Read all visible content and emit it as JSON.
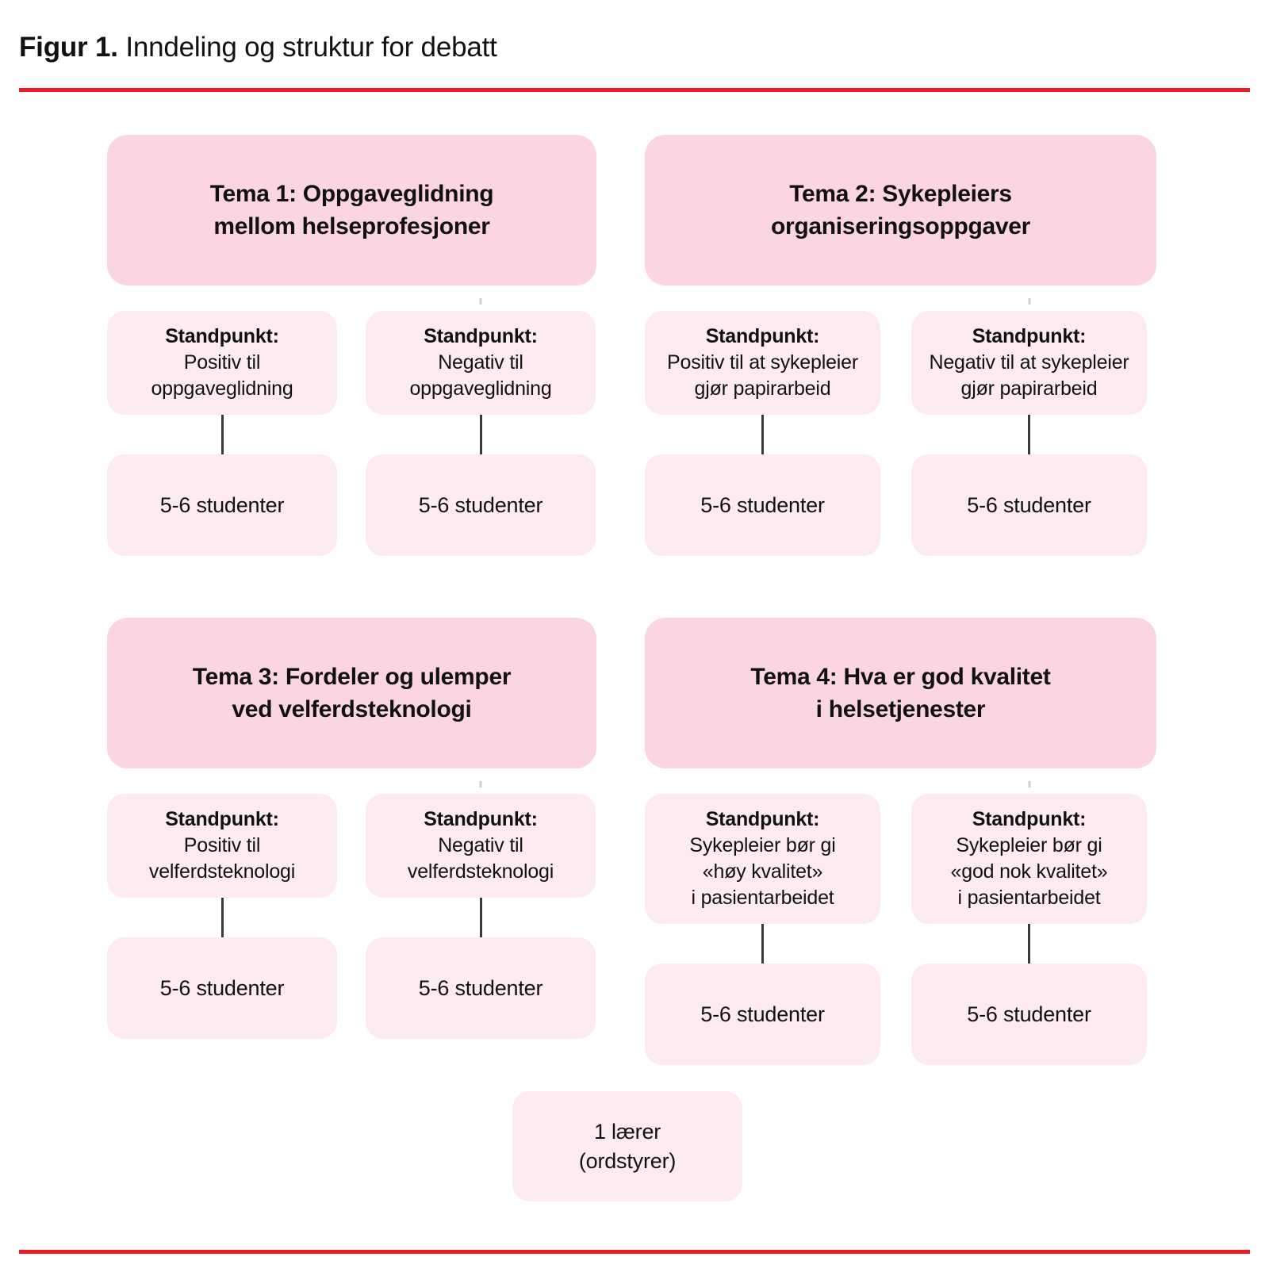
{
  "figure": {
    "label": "Figur 1.",
    "title": "Inndeling og struktur for debatt",
    "accent_color": "#ED1C24",
    "tema_box_color": "#FBD5E0",
    "sub_box_color": "#FDEBF0"
  },
  "temaer": [
    {
      "heading": "Tema 1: Oppgaveglidning\nmellom helseprofesjoner",
      "branches": [
        {
          "standpunkt_label": "Standpunkt:",
          "standpunkt_text": "Positiv til\noppgaveglidning",
          "studenter": "5-6 studenter"
        },
        {
          "standpunkt_label": "Standpunkt:",
          "standpunkt_text": "Negativ til\noppgaveglidning",
          "studenter": "5-6 studenter"
        }
      ]
    },
    {
      "heading": "Tema 2: Sykepleiers\norganiseringsoppgaver",
      "branches": [
        {
          "standpunkt_label": "Standpunkt:",
          "standpunkt_text": "Positiv til at sykepleier\ngjør papirarbeid",
          "studenter": "5-6 studenter"
        },
        {
          "standpunkt_label": "Standpunkt:",
          "standpunkt_text": "Negativ til at sykepleier\ngjør papirarbeid",
          "studenter": "5-6 studenter"
        }
      ]
    },
    {
      "heading": "Tema 3: Fordeler og ulemper\nved velferdsteknologi",
      "branches": [
        {
          "standpunkt_label": "Standpunkt:",
          "standpunkt_text": "Positiv til\nvelferdsteknologi",
          "studenter": "5-6 studenter"
        },
        {
          "standpunkt_label": "Standpunkt:",
          "standpunkt_text": "Negativ til\nvelferdsteknologi",
          "studenter": "5-6 studenter"
        }
      ]
    },
    {
      "heading": "Tema 4: Hva er god kvalitet\ni helsetjenester",
      "branches": [
        {
          "standpunkt_label": "Standpunkt:",
          "standpunkt_text": "Sykepleier bør gi\n«høy kvalitet»\ni pasientarbeidet",
          "studenter": "5-6 studenter"
        },
        {
          "standpunkt_label": "Standpunkt:",
          "standpunkt_text": "Sykepleier bør gi\n«god nok kvalitet»\ni pasientarbeidet",
          "studenter": "5-6 studenter"
        }
      ]
    }
  ],
  "moderator": {
    "text": "1 lærer\n(ordstyrer)"
  }
}
